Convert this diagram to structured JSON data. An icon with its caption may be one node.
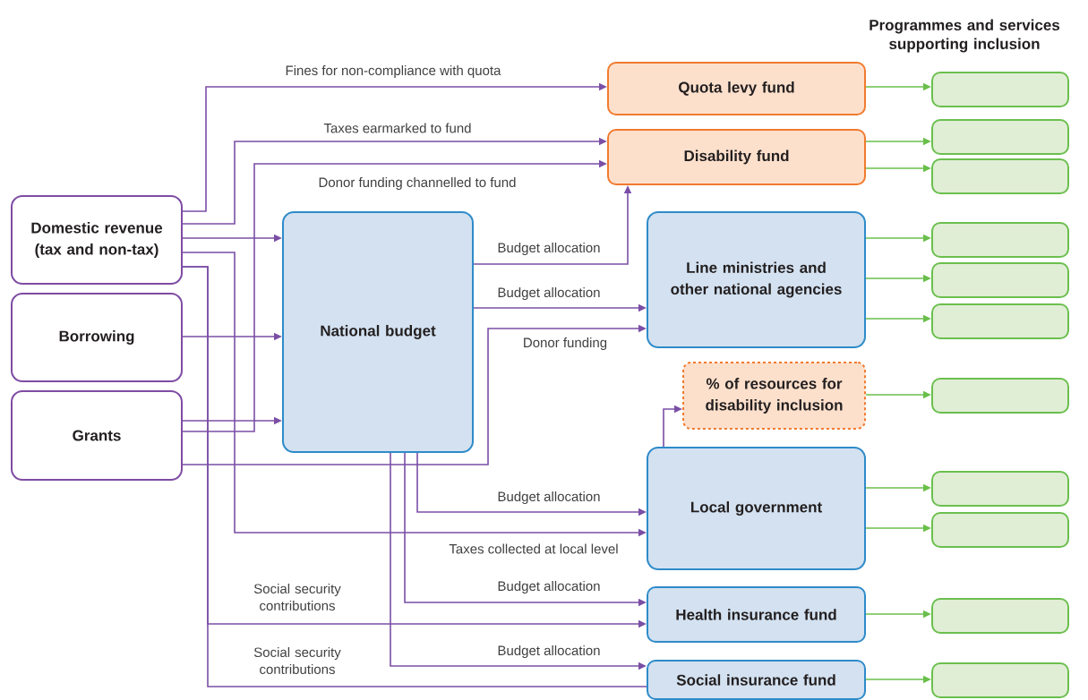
{
  "diagram": {
    "title": "Programmes and services supporting inclusion",
    "nodes": [
      {
        "text": [
          "Domestic revenue (tax and non-tax)"
        ]
      },
      {
        "text": [
          "Borrowing"
        ]
      },
      {
        "text": [
          "Grants"
        ]
      },
      {
        "text": [
          "National budget"
        ]
      },
      {
        "text": [
          "Quota levy fund"
        ]
      },
      {
        "text": [
          "Disability fund"
        ]
      },
      {
        "text": [
          "Line ministries and other national agencies"
        ]
      },
      {
        "text": [
          "% of resources for disability inclusion"
        ]
      },
      {
        "text": [
          "Local government"
        ]
      },
      {
        "text": [
          "Health insurance fund"
        ]
      },
      {
        "text": [
          "Social insurance fund"
        ]
      },
      {
        "text": [],
        "shape": "box"
      },
      {
        "text": [],
        "shape": "box"
      },
      {
        "text": [],
        "shape": "box"
      },
      {
        "text": [],
        "shape": "box"
      },
      {
        "text": [],
        "shape": "box"
      },
      {
        "text": [],
        "shape": "box"
      },
      {
        "text": [],
        "shape": "box"
      },
      {
        "text": [],
        "shape": "box"
      },
      {
        "text": [],
        "shape": "box"
      },
      {
        "text": [],
        "shape": "box"
      },
      {
        "text": [],
        "shape": "box"
      }
    ],
    "edges": [
      {
        "from": 0,
        "to": 4,
        "arrow": "to",
        "label": "Fines for non-compliance with quota"
      },
      {
        "from": 0,
        "to": 5,
        "arrow": "to",
        "label": "Taxes earmarked to fund"
      },
      {
        "from": 2,
        "to": 5,
        "arrow": "to",
        "label": "Donor funding channelled to fund"
      },
      {
        "from": 0,
        "to": 3,
        "arrow": "to"
      },
      {
        "from": 0,
        "to": 8,
        "arrow": "to",
        "label": "Taxes collected at local level"
      },
      {
        "from": 0,
        "to": 9,
        "arrow": "to",
        "label": "Social security contributions"
      },
      {
        "from": 0,
        "to": 10,
        "arrow": "none",
        "label": "Social security contributions"
      },
      {
        "from": 1,
        "to": 3,
        "arrow": "to"
      },
      {
        "from": 2,
        "to": 3,
        "arrow": "to"
      },
      {
        "from": 2,
        "to": 6,
        "arrow": "to",
        "label": "Donor funding"
      },
      {
        "from": 3,
        "to": 5,
        "arrow": "to",
        "label": "Budget allocation"
      },
      {
        "from": 3,
        "to": 6,
        "arrow": "to",
        "label": "Budget allocation"
      },
      {
        "from": 3,
        "to": 8,
        "arrow": "to",
        "label": "Budget allocation"
      },
      {
        "from": 3,
        "to": 9,
        "arrow": "to",
        "label": "Budget allocation"
      },
      {
        "from": 3,
        "to": 10,
        "arrow": "to",
        "label": "Budget allocation"
      },
      {
        "from": 8,
        "to": 7,
        "arrow": "to"
      },
      {
        "from": 4,
        "to": 11,
        "arrow": "to",
        "color": "#6abf4b"
      },
      {
        "from": 5,
        "to": 12,
        "arrow": "to",
        "color": "#6abf4b"
      },
      {
        "from": 5,
        "to": 13,
        "arrow": "to",
        "color": "#6abf4b"
      },
      {
        "from": 6,
        "to": 14,
        "arrow": "to",
        "color": "#6abf4b"
      },
      {
        "from": 6,
        "to": 15,
        "arrow": "to",
        "color": "#6abf4b"
      },
      {
        "from": 6,
        "to": 16,
        "arrow": "to",
        "color": "#6abf4b"
      },
      {
        "from": 7,
        "to": 17,
        "arrow": "to",
        "color": "#6abf4b"
      },
      {
        "from": 8,
        "to": 18,
        "arrow": "to",
        "color": "#6abf4b"
      },
      {
        "from": 8,
        "to": 19,
        "arrow": "to",
        "color": "#6abf4b"
      },
      {
        "from": 9,
        "to": 20,
        "arrow": "to",
        "color": "#6abf4b"
      },
      {
        "from": 10,
        "to": 21,
        "arrow": "to",
        "color": "#6abf4b"
      }
    ]
  }
}
